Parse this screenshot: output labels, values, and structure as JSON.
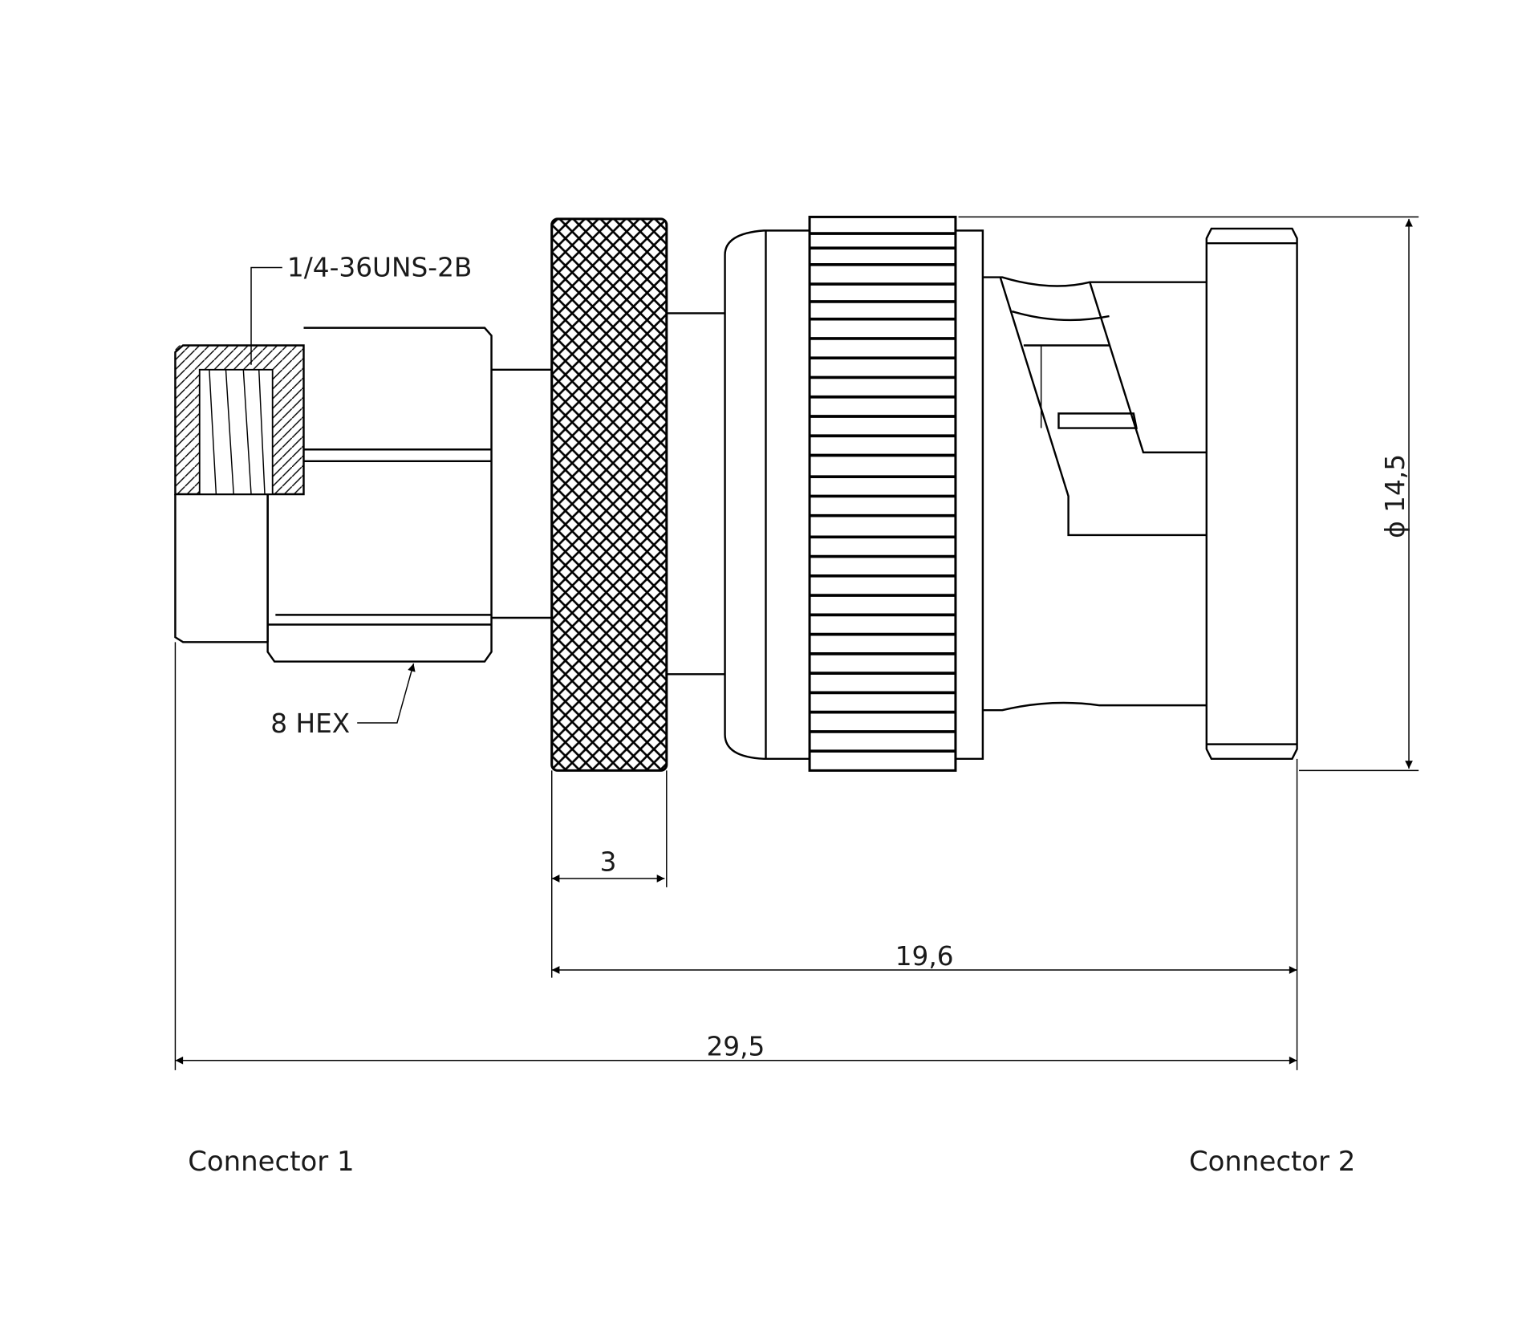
{
  "drawing": {
    "thread_callout": "1/4-36UNS-2B",
    "hex_callout": "8 HEX",
    "dimensions": {
      "nut_width": "3",
      "body_length": "19,6",
      "overall_length": "29,5",
      "diameter": "ϕ 14,5"
    },
    "labels": {
      "connector_1": "Connector 1",
      "connector_2": "Connector 2"
    }
  }
}
